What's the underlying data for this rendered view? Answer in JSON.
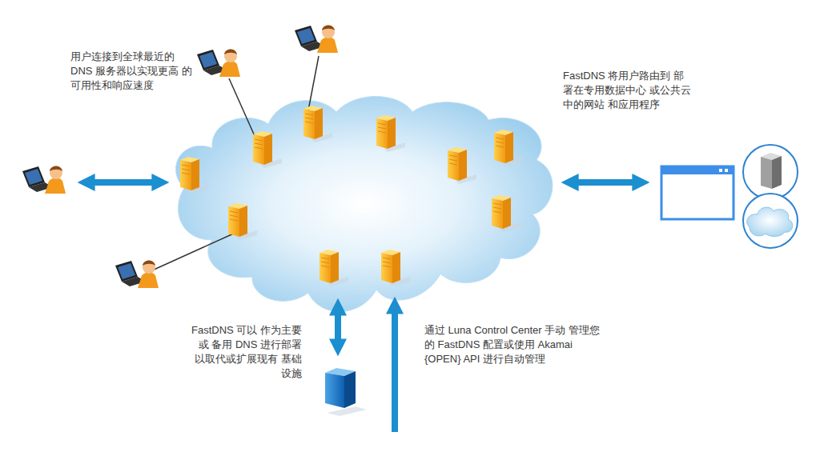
{
  "diagram": {
    "labels": [
      "用户连接到全球最近的 DNS 服务器以实现更高 的可用性和响应速度",
      "FastDNS 将用户路由到 部署在专用数据中心 或公共云中的网站 和应用程序",
      "FastDNS 可以 作为主要或 备用 DNS 进行部署 以取代或扩展现有 基础设施",
      "通过 Luna Control Center 手动 管理您的 FastDNS 配置或使用 Akamai {OPEN} API 进行自动管理"
    ]
  }
}
